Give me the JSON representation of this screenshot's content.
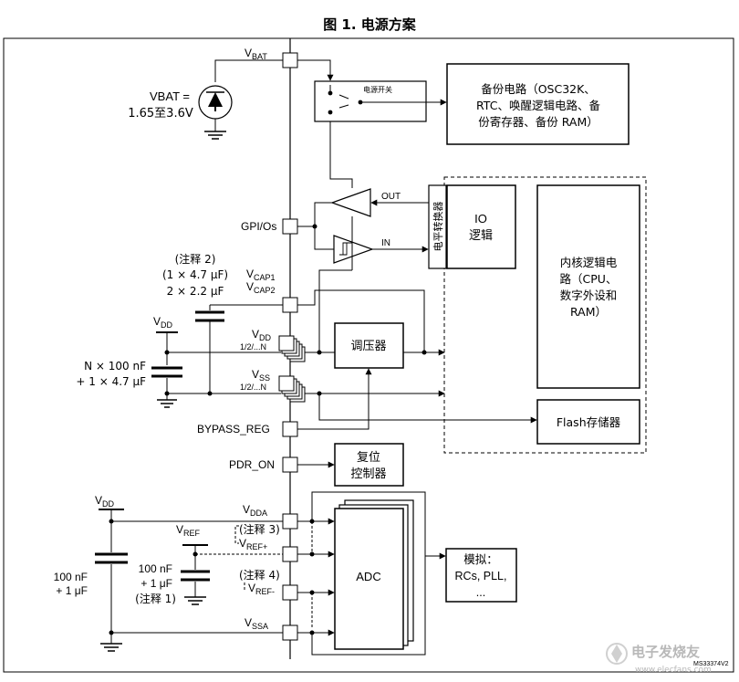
{
  "title": "图 1. 电源方案",
  "supply": {
    "vbat_pin": "V",
    "vbat_pin_sub": "BAT",
    "vbat_label1": "VBAT =",
    "vbat_label2": "1.65至3.6V"
  },
  "blocks": {
    "power_switch": "电源开关",
    "backup_line1": "备份电路（OSC32K、",
    "backup_line2": "RTC、唤醒逻辑电路、备",
    "backup_line3": "份寄存器、备份 RAM）",
    "level_shifter": "电平转换器",
    "io_line1": "IO",
    "io_line2": "逻辑",
    "core_line1": "内核逻辑电",
    "core_line2": "路（CPU、",
    "core_line3": "数字外设和",
    "core_line4": "RAM）",
    "regulator": "调压器",
    "flash": "Flash存储器",
    "reset_line1": "复位",
    "reset_line2": "控制器",
    "adc": "ADC",
    "analog_line1": "模拟：",
    "analog_line2": "RCs, PLL,",
    "analog_line3": "..."
  },
  "pins": {
    "out": "OUT",
    "in": "IN",
    "gpios": "GPI/Os",
    "note2": "(注释 2)",
    "cap_47": "(1 × 4.7 μF)",
    "cap_22": "2 × 2.2 μF",
    "vcap1": "V",
    "vcap1_sub": "CAP1",
    "vcap2": "V",
    "vcap2_sub": "CAP2",
    "vdd_top": "V",
    "vdd_top_sub": "DD",
    "vdd_pin": "V",
    "vdd_pin_sub": "DD",
    "vdd_idx": "1/2/...N",
    "vss_pin": "V",
    "vss_pin_sub": "SS",
    "vss_idx": "1/2/...N",
    "ncap1": "N ×   100 nF",
    "ncap2": "+ 1 × 4.7 μF",
    "bypass": "BYPASS_REG",
    "pdr_on": "PDR_ON",
    "vdd_bot": "V",
    "vdd_bot_sub": "DD",
    "vdda": "V",
    "vdda_sub": "DDA",
    "note3": "(注释 3)",
    "vrefp": "V",
    "vrefp_sub": "REF+",
    "vref": "V",
    "vref_sub": "REF",
    "refcap1": "100 nF",
    "refcap2": "+ 1 μF",
    "note1": "(注释 1)",
    "note4": "(注释 4)",
    "vrefn": "V",
    "vrefn_sub": "REF-",
    "dcap1": "100 nF",
    "dcap2": "+ 1 μF",
    "vssa": "V",
    "vssa_sub": "SSA"
  },
  "footer": {
    "code": "MS33374V2",
    "watermark1": "电子发烧友",
    "watermark2": "www.elecfans.com"
  }
}
